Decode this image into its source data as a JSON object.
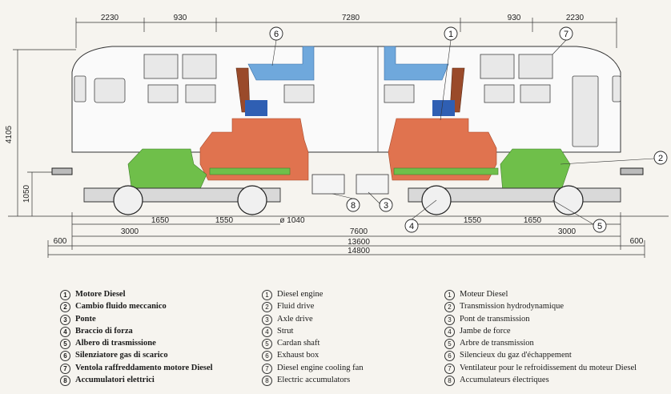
{
  "dimensions": {
    "top_left_1": "2230",
    "top_left_2": "930",
    "top_center": "7280",
    "top_right_1": "930",
    "top_right_2": "2230",
    "height_total": "4105",
    "height_low": "1050",
    "wheelbase_left_1": "1650",
    "wheelbase_left_2": "1550",
    "wheel_diameter": "ø 1040",
    "wheelbase_right_1": "1550",
    "wheelbase_right_2": "1650",
    "bogie_left": "3000",
    "bogie_right": "3000",
    "center_pivot": "7600",
    "overhang_left": "600",
    "overhang_right": "600",
    "body_length": "13600",
    "total_length": "14800"
  },
  "callouts": [
    "1",
    "2",
    "3",
    "4",
    "5",
    "6",
    "7",
    "8"
  ],
  "legend_it": [
    {
      "n": "1",
      "t": "Motore Diesel"
    },
    {
      "n": "2",
      "t": "Cambio fluido meccanico"
    },
    {
      "n": "3",
      "t": "Ponte"
    },
    {
      "n": "4",
      "t": "Braccio di forza"
    },
    {
      "n": "5",
      "t": "Albero di trasmissione"
    },
    {
      "n": "6",
      "t": "Silenziatore gas di scarico"
    },
    {
      "n": "7",
      "t": "Ventola raffreddamento motore Diesel"
    },
    {
      "n": "8",
      "t": "Accumulatori elettrici"
    }
  ],
  "legend_en": [
    {
      "n": "1",
      "t": "Diesel engine"
    },
    {
      "n": "2",
      "t": "Fluid drive"
    },
    {
      "n": "3",
      "t": "Axle drive"
    },
    {
      "n": "4",
      "t": "Strut"
    },
    {
      "n": "5",
      "t": "Cardan shaft"
    },
    {
      "n": "6",
      "t": "Exhaust box"
    },
    {
      "n": "7",
      "t": "Diesel engine cooling fan"
    },
    {
      "n": "8",
      "t": "Electric accumulators"
    }
  ],
  "legend_fr": [
    {
      "n": "1",
      "t": "Moteur Diesel"
    },
    {
      "n": "2",
      "t": "Transmission hydrodynamique"
    },
    {
      "n": "3",
      "t": "Pont de transmission"
    },
    {
      "n": "4",
      "t": "Jambe de force"
    },
    {
      "n": "5",
      "t": "Arbre de transmission"
    },
    {
      "n": "6",
      "t": "Silencieux du gaz d'échappement"
    },
    {
      "n": "7",
      "t": "Ventilateur pour le refroidissement du moteur Diesel"
    },
    {
      "n": "8",
      "t": "Accumulateurs électriques"
    }
  ],
  "colors": {
    "engine": "#e0734f",
    "transmission": "#6fbf4a",
    "exhaust": "#6fa8dc",
    "fan": "#2f5fb3",
    "silencer": "#9a4a2a"
  }
}
